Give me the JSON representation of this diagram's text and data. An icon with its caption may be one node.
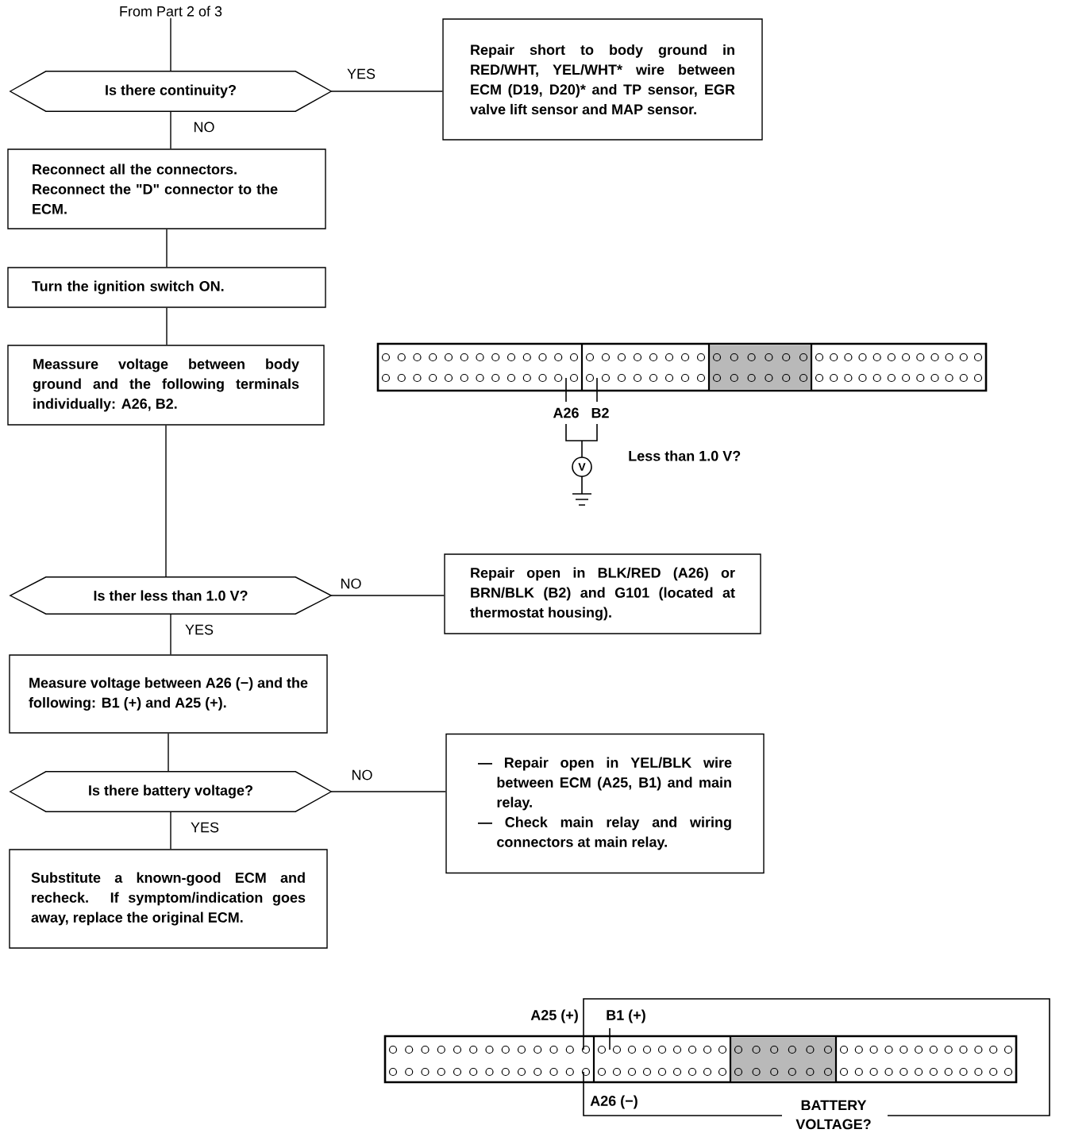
{
  "diagram": {
    "nodes": [
      {
        "text": [
          "From Part 2 of 3"
        ]
      },
      {
        "text": [
          "Is there continuity?"
        ]
      },
      {
        "text": [
          "Repair short to body ground in RED/WHT, YEL/WHT* wire between ECM (D19, D20)* and TP sensor, EGR valve lift sensor and MAP sensor."
        ]
      },
      {
        "text": [
          "Reconnect all the connectors. Reconnect the \"D\" connector to the ECM."
        ]
      },
      {
        "text": [
          "Turn the ignition switch ON."
        ]
      },
      {
        "text": [
          "Meassure voltage between body ground and the following terminals individually: A26, B2."
        ]
      },
      {
        "text": [
          "Is ther less than 1.0 V?"
        ]
      },
      {
        "text": [
          "Repair open in BLK/RED (A26) or BRN/BLK (B2) and G101 (located at thermostat housing)."
        ]
      },
      {
        "text": [
          "Measure voltage between A26 (−) and the following: B1 (+) and A25 (+)."
        ]
      },
      {
        "text": [
          "Is there battery voltage?"
        ]
      },
      {
        "text": [
          "— Repair open in YEL/BLK wire between ECM (A25, B1) and main relay.",
          "— Check main relay and wiring connectors at main relay."
        ]
      },
      {
        "text": [
          "Substitute a known-good ECM and recheck. If symptom/indication goes away, replace the original ECM."
        ]
      }
    ],
    "edges": [
      {
        "from": 0,
        "to": 1,
        "arrow": "none"
      },
      {
        "from": 1,
        "to": 2,
        "arrow": "none",
        "label": "YES"
      },
      {
        "from": 1,
        "to": 3,
        "arrow": "none",
        "label": "NO"
      },
      {
        "from": 3,
        "to": 4,
        "arrow": "none"
      },
      {
        "from": 4,
        "to": 5,
        "arrow": "none"
      },
      {
        "from": 5,
        "to": 6,
        "arrow": "none"
      },
      {
        "from": 6,
        "to": 7,
        "arrow": "none",
        "label": "NO"
      },
      {
        "from": 6,
        "to": 8,
        "arrow": "none",
        "label": "YES"
      },
      {
        "from": 8,
        "to": 9,
        "arrow": "none"
      },
      {
        "from": 9,
        "to": 10,
        "arrow": "none",
        "label": "NO"
      },
      {
        "from": 9,
        "to": 11,
        "arrow": "none",
        "label": "YES"
      }
    ],
    "labels": [
      "A26",
      "B2",
      "V",
      "Less than 1.0 V?",
      "A25 (+)",
      "B1 (+)",
      "A26 (−)",
      "BATTERY VOLTAGE?"
    ]
  }
}
